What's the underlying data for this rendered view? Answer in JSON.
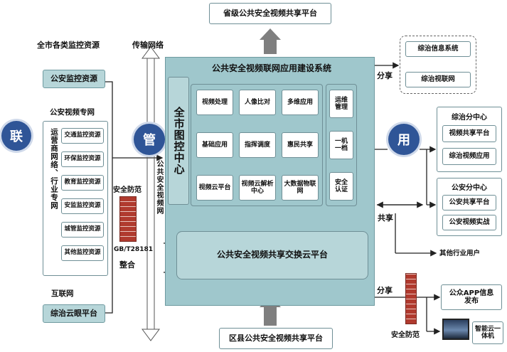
{
  "colors": {
    "panel": "#9fc7cc",
    "accent": "#2f5597",
    "line": "#333333",
    "arrow_gray": "#7f7f7f",
    "wall": "#b03a2e"
  },
  "top": {
    "provincial": "省级公共安全视频共享平台",
    "district": "区县公共安全视频共享平台"
  },
  "left": {
    "title": "全市各类监控资源",
    "police_resource": "公安监控资源",
    "police_net": "公安视频专网",
    "carrier_net": "运营商网络、行业专网",
    "resources": [
      "交通监控资源",
      "环保监控资源",
      "教育监控资源",
      "安监监控资源",
      "城管监控资源",
      "其他监控资源"
    ],
    "internet": "互联网",
    "cloud_eye": "综治云眼平台",
    "circle_connect": "联"
  },
  "middle": {
    "transport_net": "传输网络",
    "circle_manage": "管",
    "security": "安全防范",
    "standard": "GB/T28181",
    "integrate": "整合",
    "public_video_net": "公共安全视频网"
  },
  "center": {
    "title": "公共安全视频联网应用建设系统",
    "control_center": "全市图控中心",
    "grid": [
      "视频处理",
      "人像比对",
      "多维应用",
      "基础应用",
      "指挥调度",
      "惠民共享",
      "视频云平台",
      "视频云解析中心",
      "大数据物联网"
    ],
    "side": [
      "运维管理",
      "一机一档",
      "安全认证"
    ],
    "exchange": "公共安全视频共享交换云平台"
  },
  "right": {
    "share_top": "分享",
    "info_system": "综治信息系统",
    "video_net": "综治视联网",
    "circle_use": "用",
    "zz_center": "综治分中心",
    "zz_items": [
      "视频共享平台",
      "综治视频应用"
    ],
    "ga_center": "公安分中心",
    "ga_items": [
      "公安共享平台",
      "公安视频实战"
    ],
    "share_mid": "共享",
    "other_users": "其他行业用户",
    "share_bottom": "分享",
    "app": "公众APP信息发布",
    "security_bottom": "安全防范",
    "smart_cloud": "智能云一体机"
  }
}
